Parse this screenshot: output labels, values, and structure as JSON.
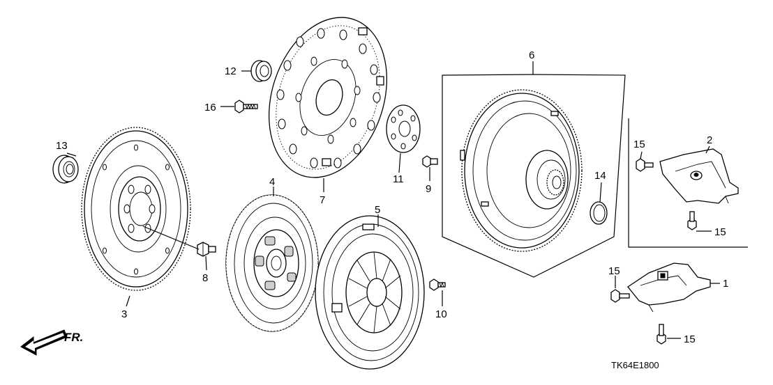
{
  "diagram": {
    "callouts": [
      {
        "label": "1"
      },
      {
        "label": "2"
      },
      {
        "label": "3"
      },
      {
        "label": "4"
      },
      {
        "label": "5"
      },
      {
        "label": "6"
      },
      {
        "label": "7"
      },
      {
        "label": "8"
      },
      {
        "label": "9"
      },
      {
        "label": "10"
      },
      {
        "label": "11"
      },
      {
        "label": "12"
      },
      {
        "label": "13"
      },
      {
        "label": "14"
      },
      {
        "label": "15"
      },
      {
        "label": "15"
      },
      {
        "label": "15"
      },
      {
        "label": "15"
      },
      {
        "label": "16"
      }
    ],
    "front_indicator": "FR.",
    "diagram_code": "TK64E1800"
  }
}
